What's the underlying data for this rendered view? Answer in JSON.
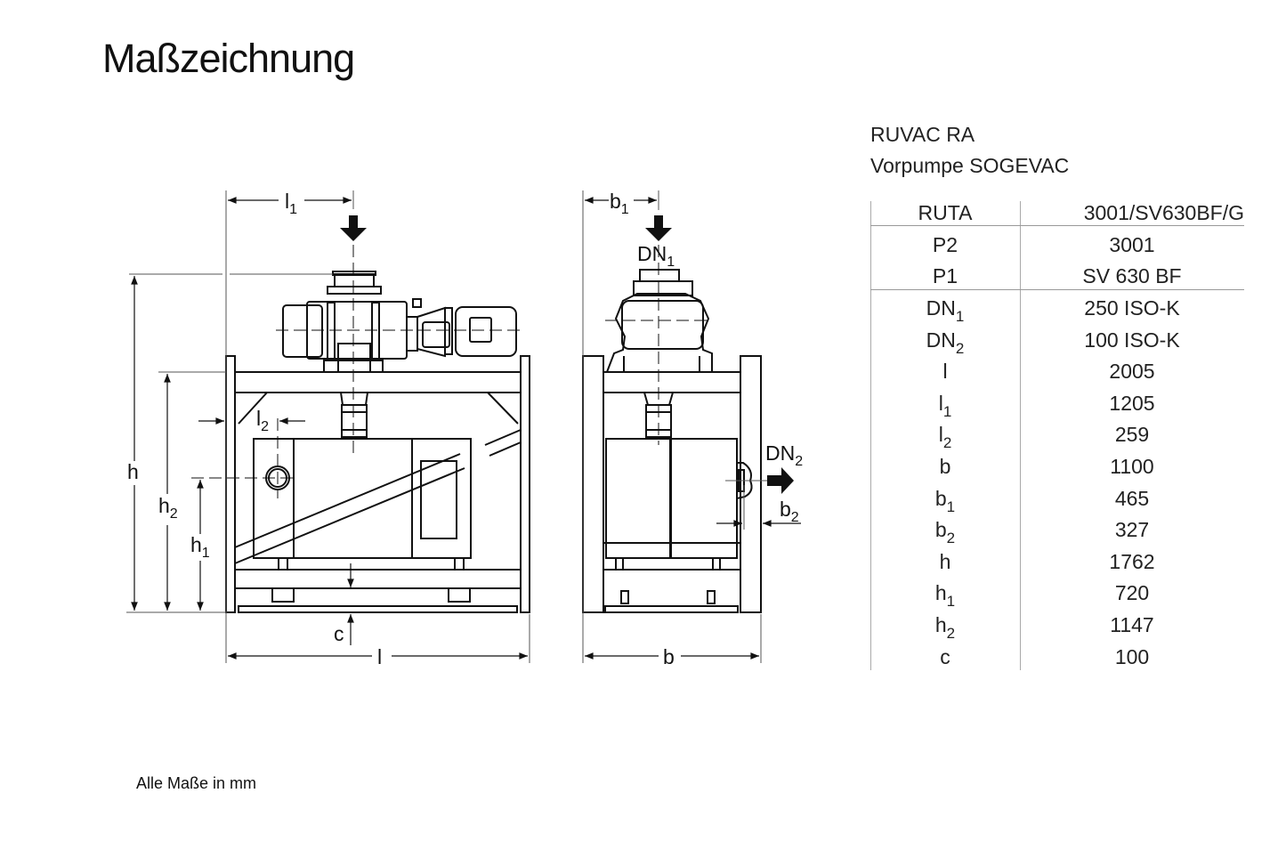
{
  "title": "Maßzeichnung",
  "footer_note": "Alle Maße in mm",
  "spec_header": {
    "line1": "RUVAC RA",
    "line2": "Vorpumpe SOGEVAC"
  },
  "table": {
    "header": {
      "key": "RUTA",
      "value": "3001/SV630BF/G"
    },
    "group1": [
      {
        "key": "P2",
        "sub": "",
        "value": "3001"
      },
      {
        "key": "P1",
        "sub": "",
        "value": "SV 630 BF"
      }
    ],
    "group2": [
      {
        "key": "DN",
        "sub": "1",
        "value": "250 ISO-K"
      },
      {
        "key": "DN",
        "sub": "2",
        "value": "100 ISO-K"
      },
      {
        "key": "l",
        "sub": "",
        "value": "2005"
      },
      {
        "key": "l",
        "sub": "1",
        "value": "1205"
      },
      {
        "key": "l",
        "sub": "2",
        "value": "259"
      },
      {
        "key": "b",
        "sub": "",
        "value": "1100"
      },
      {
        "key": "b",
        "sub": "1",
        "value": "465"
      },
      {
        "key": "b",
        "sub": "2",
        "value": "327"
      },
      {
        "key": "h",
        "sub": "",
        "value": "1762"
      },
      {
        "key": "h",
        "sub": "1",
        "value": "720"
      },
      {
        "key": "h",
        "sub": "2",
        "value": "1147"
      },
      {
        "key": "c",
        "sub": "",
        "value": "100"
      }
    ]
  },
  "drawing_labels": {
    "l1": "l",
    "l1_sub": "1",
    "l2": "l",
    "l2_sub": "2",
    "l": "l",
    "h": "h",
    "h1": "h",
    "h1_sub": "1",
    "h2": "h",
    "h2_sub": "2",
    "c": "c",
    "b": "b",
    "b1": "b",
    "b1_sub": "1",
    "b2": "b",
    "b2_sub": "2",
    "dn1": "DN",
    "dn1_sub": "1",
    "dn2": "DN",
    "dn2_sub": "2"
  }
}
